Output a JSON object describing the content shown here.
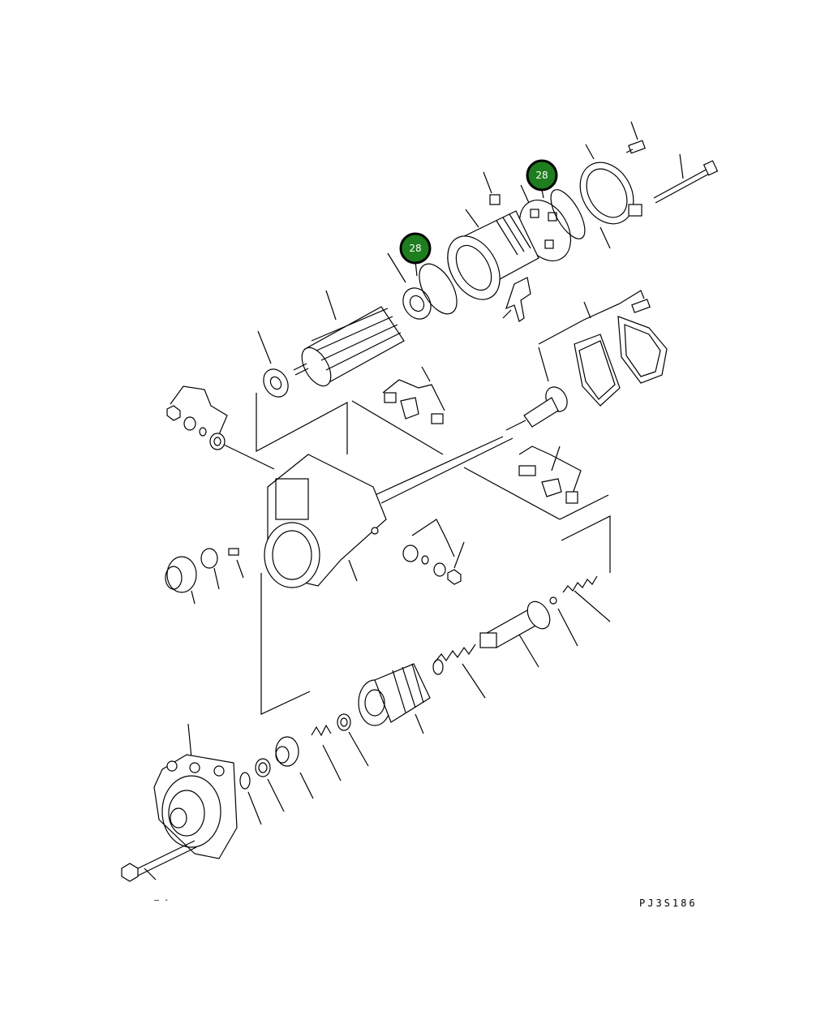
{
  "diagram": {
    "drawing_code": "PJ3S186",
    "corner_mark": "– -",
    "callouts": [
      {
        "id": "callout-upper",
        "label": "28"
      },
      {
        "id": "callout-lower",
        "label": "28"
      }
    ],
    "colors": {
      "callout_fill": "#1e7d1e",
      "callout_ring": "#000000",
      "line": "#000000",
      "background": "#ffffff"
    }
  }
}
